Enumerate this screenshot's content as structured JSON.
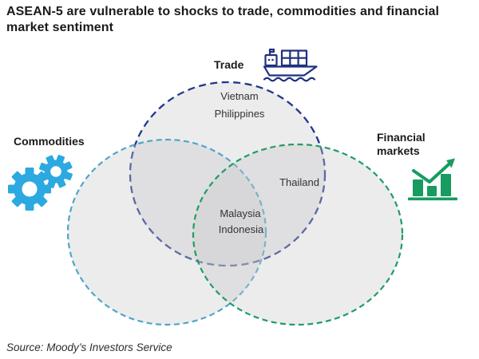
{
  "header": {
    "title": "ASEAN-5 are vulnerable to shocks to trade, commodities and financial market sentiment"
  },
  "footer": {
    "source": "Source: Moody’s Investors Service"
  },
  "venn": {
    "fill_color": "#C8C8CC",
    "sets": [
      {
        "label": "Trade",
        "icon": "cargo-ship-icon",
        "color": "#22388C",
        "exclusive_members": [
          "Vietnam",
          "Philippines"
        ]
      },
      {
        "label": "Commodities",
        "icon": "gears-icon",
        "color": "#4FA6C8",
        "exclusive_members": []
      },
      {
        "label": "Financial markets",
        "icon": "bar-chart-growth-icon",
        "color": "#1F9D63",
        "exclusive_members": []
      }
    ],
    "intersections": [
      {
        "sets": [
          "Trade",
          "Financial markets"
        ],
        "members": [
          "Thailand"
        ]
      },
      {
        "sets": [
          "Trade",
          "Commodities",
          "Financial markets"
        ],
        "members": [
          "Malaysia",
          "Indonesia"
        ]
      }
    ],
    "country_labels": {
      "vietnam": "Vietnam",
      "philippines": "Philippines",
      "thailand": "Thailand",
      "malaysia": "Malaysia",
      "indonesia": "Indonesia"
    },
    "icon_colors": {
      "ship": "#1E3080",
      "gears": "#2CA9E1",
      "chart": "#179B61"
    }
  }
}
